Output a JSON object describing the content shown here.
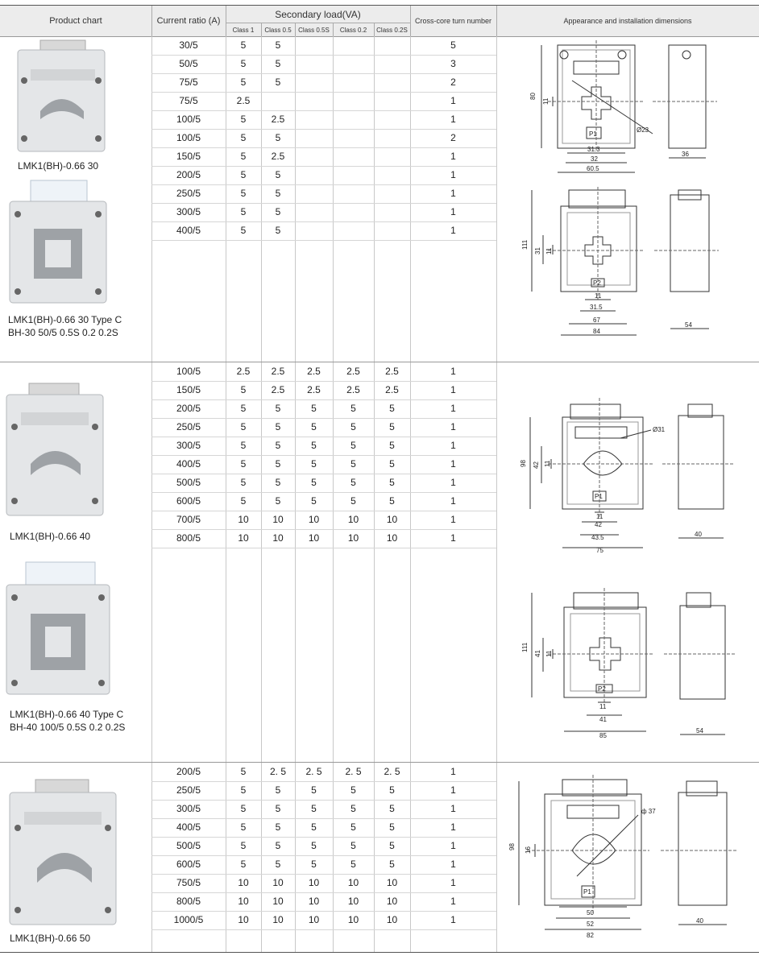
{
  "header": {
    "product_chart": "Product chart",
    "current_ratio": "Current ratio (A)",
    "secondary_load": "Secondary load(VA)",
    "classes": [
      "Class 1",
      "Class 0.5",
      "Class 0.5S",
      "Class 0.2",
      "Class 0.2S"
    ],
    "cross_core": "Cross-core turn number",
    "appearance": "Appearance and installation dimensions"
  },
  "sections": [
    {
      "products": [
        {
          "line1": "LMK1(BH)-0.66  30",
          "line2": ""
        },
        {
          "line1": "LMK1(BH)-0.66  30  Type C",
          "line2": "BH-30  50/5  0.5S  0.2  0.2S"
        }
      ],
      "rows": [
        [
          "30/5",
          "5",
          "5",
          "",
          "",
          "",
          "5"
        ],
        [
          "50/5",
          "5",
          "5",
          "",
          "",
          "",
          "3"
        ],
        [
          "75/5",
          "5",
          "5",
          "",
          "",
          "",
          "2"
        ],
        [
          "75/5",
          "2.5",
          "",
          "",
          "",
          "",
          "1"
        ],
        [
          "100/5",
          "5",
          "2.5",
          "",
          "",
          "",
          "1"
        ],
        [
          "100/5",
          "5",
          "5",
          "",
          "",
          "",
          "2"
        ],
        [
          "150/5",
          "5",
          "2.5",
          "",
          "",
          "",
          "1"
        ],
        [
          "200/5",
          "5",
          "5",
          "",
          "",
          "",
          "1"
        ],
        [
          "250/5",
          "5",
          "5",
          "",
          "",
          "",
          "1"
        ],
        [
          "300/5",
          "5",
          "5",
          "",
          "",
          "",
          "1"
        ],
        [
          "400/5",
          "5",
          "5",
          "",
          "",
          "",
          "1"
        ]
      ],
      "drawings": [
        {
          "height": "80",
          "window": "11",
          "diameter": "Ø23",
          "tag": "P1",
          "w1": "31.3",
          "w2": "32",
          "w3": "60.5",
          "depth": "36"
        },
        {
          "height": "111",
          "h2": "31",
          "window": "11",
          "tag": "P2",
          "w0": "11",
          "w1": "31.5",
          "w2": "67",
          "w3": "84",
          "depth": "54"
        }
      ]
    },
    {
      "products": [
        {
          "line1": "LMK1(BH)-0.66  40",
          "line2": ""
        },
        {
          "line1": "LMK1(BH)-0.66  40 Type C",
          "line2": "BH-40  100/5  0.5S  0.2  0.2S"
        }
      ],
      "rows": [
        [
          "100/5",
          "2.5",
          "2.5",
          "2.5",
          "2.5",
          "2.5",
          "1"
        ],
        [
          "150/5",
          "5",
          "2.5",
          "2.5",
          "2.5",
          "2.5",
          "1"
        ],
        [
          "200/5",
          "5",
          "5",
          "5",
          "5",
          "5",
          "1"
        ],
        [
          "250/5",
          "5",
          "5",
          "5",
          "5",
          "5",
          "1"
        ],
        [
          "300/5",
          "5",
          "5",
          "5",
          "5",
          "5",
          "1"
        ],
        [
          "400/5",
          "5",
          "5",
          "5",
          "5",
          "5",
          "1"
        ],
        [
          "500/5",
          "5",
          "5",
          "5",
          "5",
          "5",
          "1"
        ],
        [
          "600/5",
          "5",
          "5",
          "5",
          "5",
          "5",
          "1"
        ],
        [
          "700/5",
          "10",
          "10",
          "10",
          "10",
          "10",
          "1"
        ],
        [
          "800/5",
          "10",
          "10",
          "10",
          "10",
          "10",
          "1"
        ]
      ],
      "drawings": [
        {
          "height": "98",
          "h2": "42",
          "window": "11",
          "diameter": "Ø31",
          "tag": "P1",
          "w0": "11",
          "w1": "42",
          "w2": "43.5",
          "w3": "75",
          "depth": "40"
        },
        {
          "height": "111",
          "h2": "41",
          "window": "11",
          "tag": "P2",
          "w0": "11",
          "w1": "41",
          "w3": "85",
          "depth": "54"
        }
      ]
    },
    {
      "products": [
        {
          "line1": "LMK1(BH)-0.66  50",
          "line2": ""
        }
      ],
      "rows": [
        [
          "200/5",
          "5",
          "2. 5",
          "2. 5",
          "2. 5",
          "2. 5",
          "1"
        ],
        [
          "250/5",
          "5",
          "5",
          "5",
          "5",
          "5",
          "1"
        ],
        [
          "300/5",
          "5",
          "5",
          "5",
          "5",
          "5",
          "1"
        ],
        [
          "400/5",
          "5",
          "5",
          "5",
          "5",
          "5",
          "1"
        ],
        [
          "500/5",
          "5",
          "5",
          "5",
          "5",
          "5",
          "1"
        ],
        [
          "600/5",
          "5",
          "5",
          "5",
          "5",
          "5",
          "1"
        ],
        [
          "750/5",
          "10",
          "10",
          "10",
          "10",
          "10",
          "1"
        ],
        [
          "800/5",
          "10",
          "10",
          "10",
          "10",
          "10",
          "1"
        ],
        [
          "1000/5",
          "10",
          "10",
          "10",
          "10",
          "10",
          "1"
        ]
      ],
      "drawings": [
        {
          "height": "98",
          "window": "16",
          "diameter": "ф 37",
          "tag": "P1",
          "w1": "50",
          "w2": "52",
          "w3": "82",
          "depth": "40"
        }
      ]
    }
  ]
}
